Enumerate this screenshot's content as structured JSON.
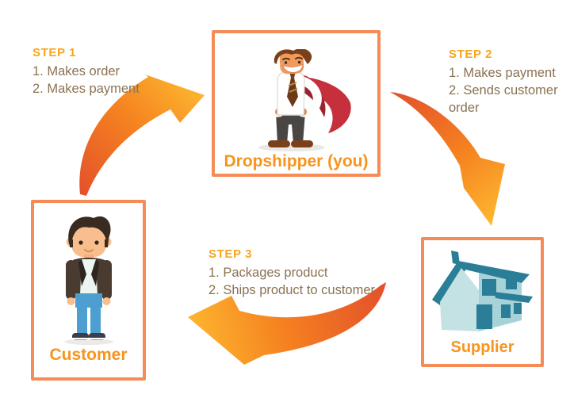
{
  "nodes": {
    "dropshipper": {
      "label": "Dropshipper (you)"
    },
    "supplier": {
      "label": "Supplier"
    },
    "customer": {
      "label": "Customer"
    }
  },
  "steps": [
    {
      "title": "STEP 1",
      "items": [
        "1. Makes order",
        "2. Makes payment"
      ]
    },
    {
      "title": "STEP 2",
      "items": [
        "1. Makes payment",
        "2. Sends customer order"
      ]
    },
    {
      "title": "STEP 3",
      "items": [
        "1. Packages product",
        "2. Ships product to customer"
      ]
    }
  ],
  "icons": {
    "dropshipper": "superhero-businessman-illustration",
    "customer": "young-man-illustration",
    "supplier": "house-illustration",
    "arrow_style": "curved-gradient-swoosh-arrow"
  },
  "colors": {
    "background": "#FFFFFF",
    "box_border": "#F58C58",
    "node_label": "#F7941D",
    "step_title": "#F9A51D",
    "step_text": "#8A7252",
    "arrow_tail": "#E34F2B",
    "arrow_mid": "#F58220",
    "arrow_head": "#FDB62F",
    "house_light": "#C4E2E4",
    "house_mid": "#A7D3D8",
    "house_dark": "#2B7E97",
    "cape_red": "#C5303C",
    "cape_dark": "#9C2231",
    "skin_drop": "#F09A5E",
    "skin_cust": "#F9BE8D",
    "hair_drop": "#7B4019",
    "hair_cust": "#3A2B21",
    "jacket": "#4A3B30",
    "jacket_lapel": "#2F251E",
    "jeans": "#4C9FD0",
    "pants_gray": "#4A4644",
    "tee": "#ECF5F0"
  }
}
